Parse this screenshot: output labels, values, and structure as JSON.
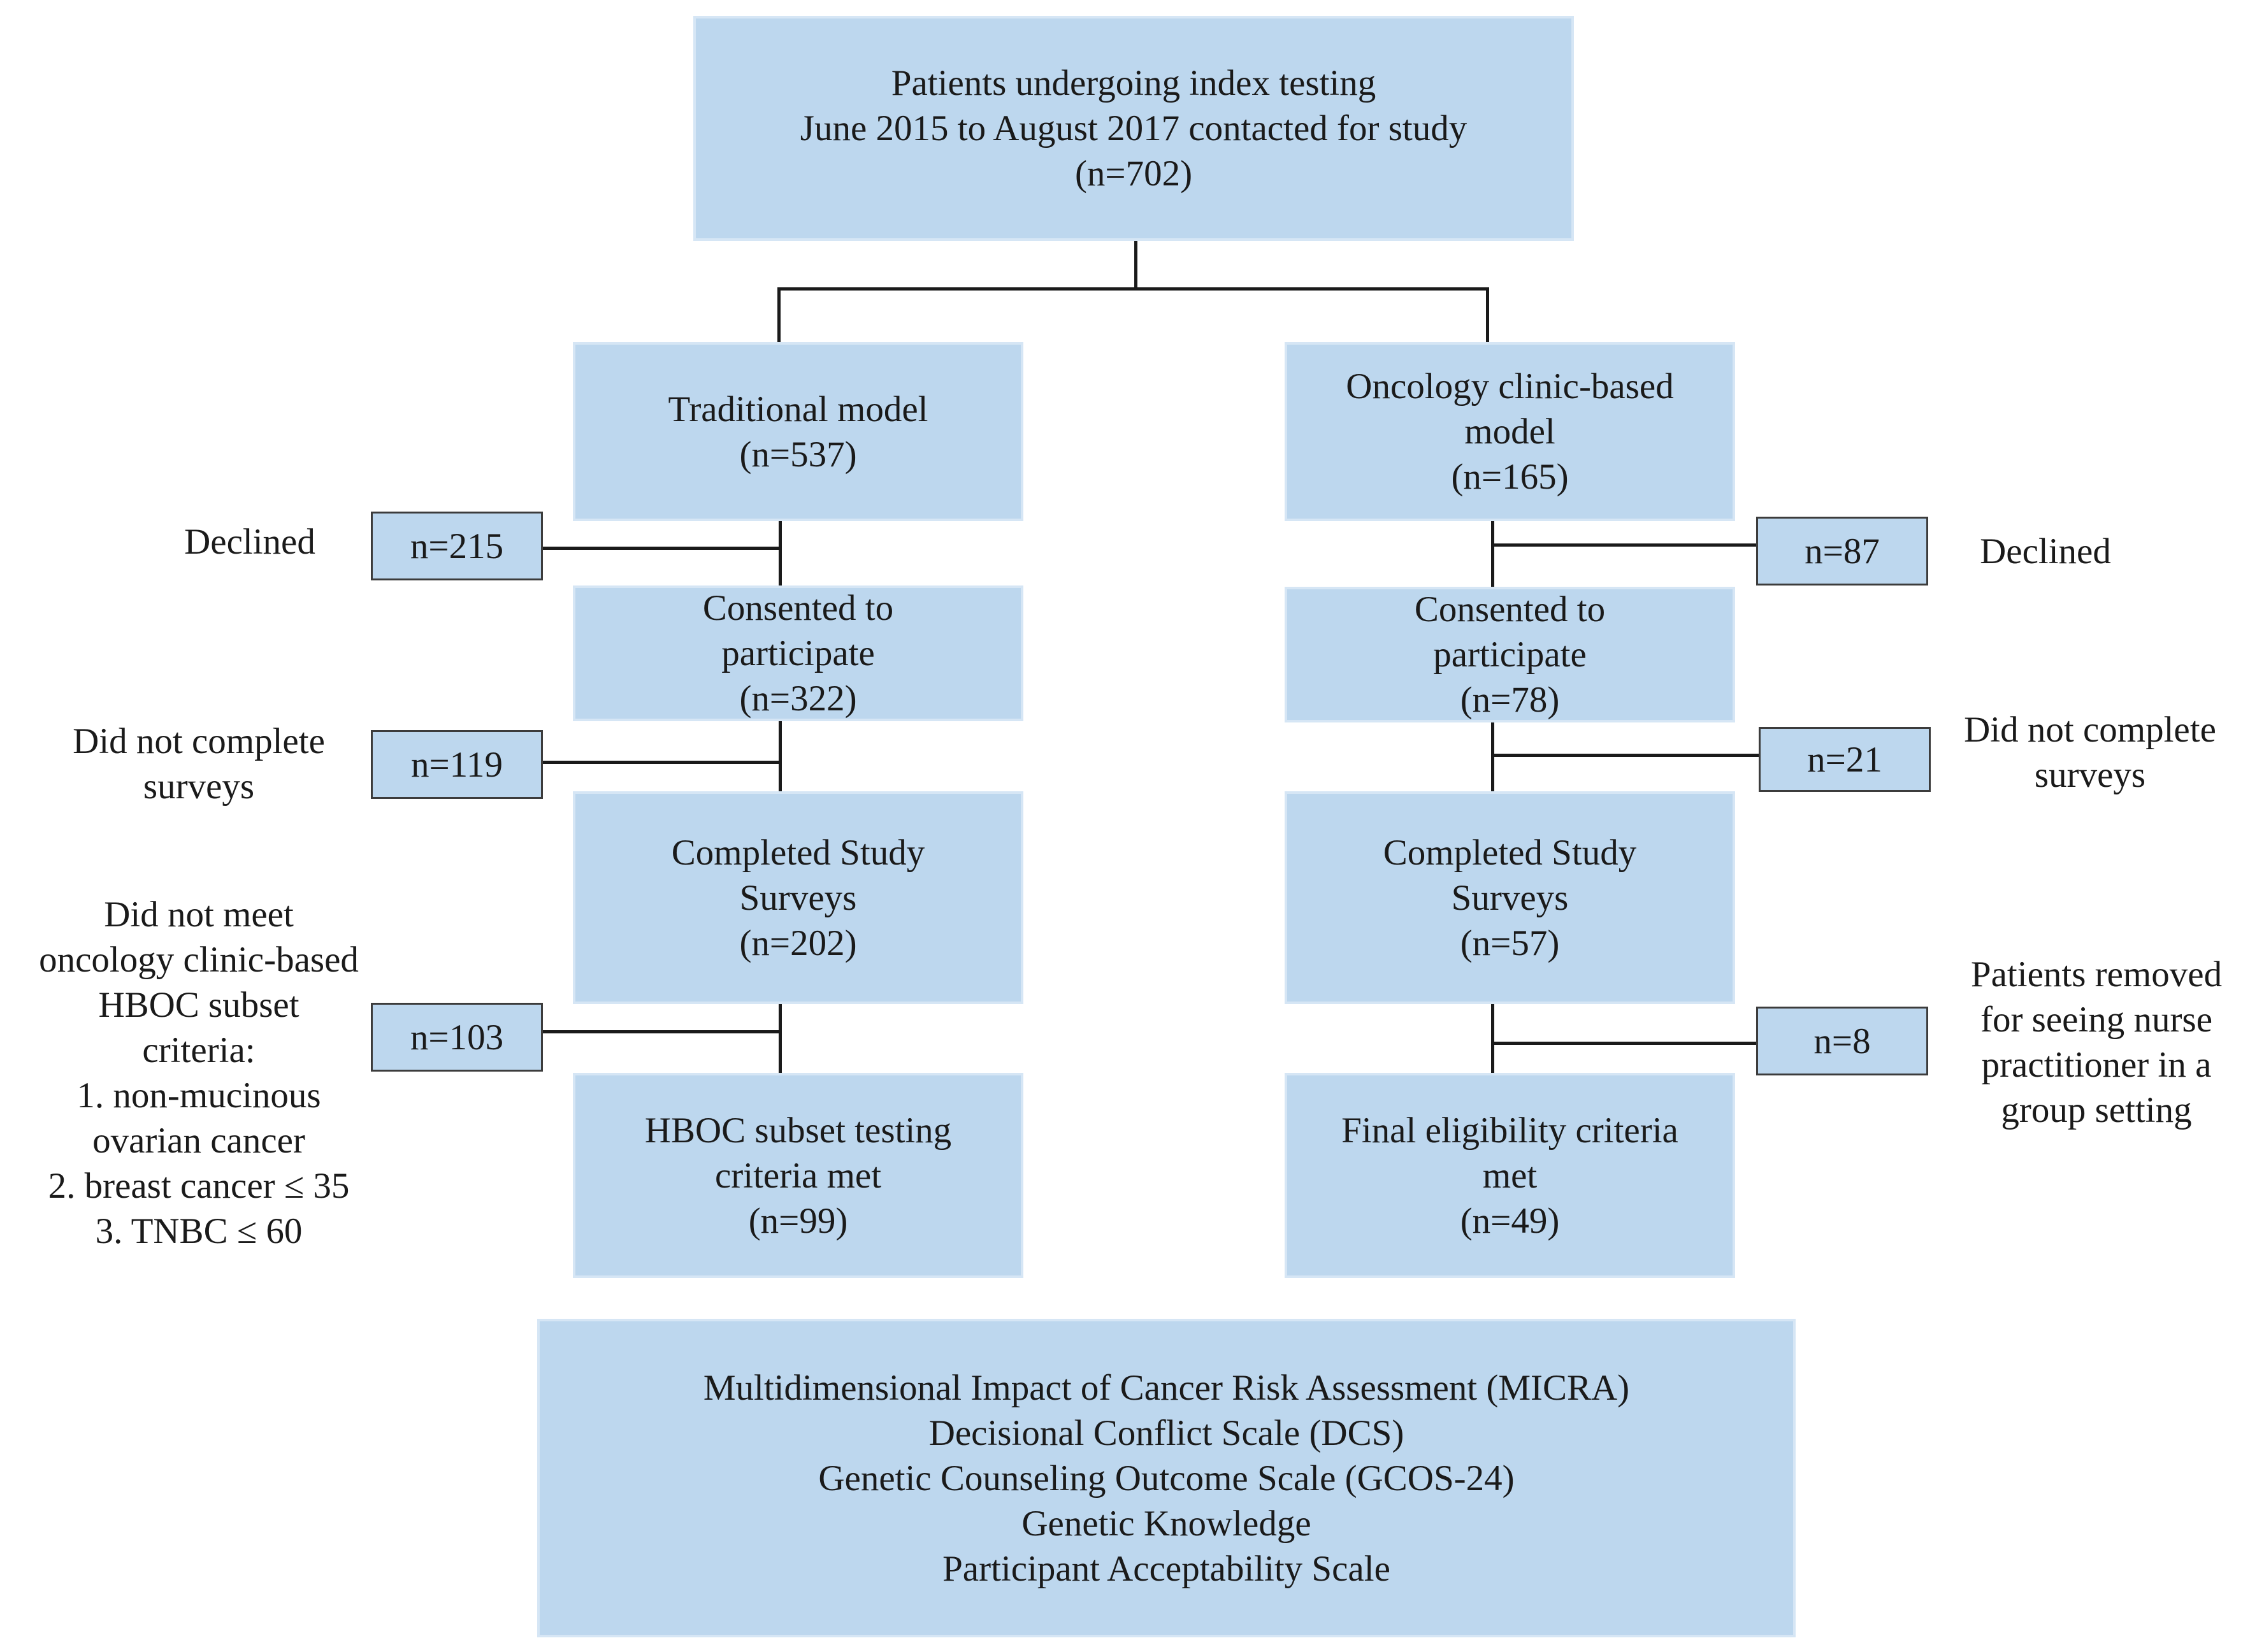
{
  "top": {
    "lines": [
      "Patients undergoing index testing",
      "June 2015 to August 2017 contacted for study",
      "(n=702)"
    ]
  },
  "left": {
    "arm": [
      "Traditional model",
      "(n=537)"
    ],
    "consented": [
      "Consented to",
      "participate",
      "(n=322)"
    ],
    "completed": [
      "Completed Study",
      "Surveys",
      "(n=202)"
    ],
    "final": [
      "HBOC subset testing",
      "criteria met",
      "(n=99)"
    ],
    "declined_label": "Declined",
    "declined_n": "n=215",
    "incomplete_label": [
      "Did not complete",
      "surveys"
    ],
    "incomplete_n": "n=119",
    "excluded_label": [
      "Did not meet",
      "oncology clinic-based",
      "HBOC subset",
      "criteria:",
      "1. non-mucinous",
      "ovarian cancer",
      "2. breast cancer ≤ 35",
      "3. TNBC ≤ 60"
    ],
    "excluded_n": "n=103"
  },
  "right": {
    "arm": [
      "Oncology clinic-based",
      "model",
      "(n=165)"
    ],
    "consented": [
      "Consented to",
      "participate",
      "(n=78)"
    ],
    "completed": [
      "Completed Study",
      "Surveys",
      "(n=57)"
    ],
    "final": [
      "Final eligibility criteria",
      "met",
      "(n=49)"
    ],
    "declined_label": "Declined",
    "declined_n": "n=87",
    "incomplete_label": [
      "Did not complete",
      "surveys"
    ],
    "incomplete_n": "n=21",
    "excluded_label": [
      "Patients removed",
      "for seeing nurse",
      "practitioner in a",
      "group setting"
    ],
    "excluded_n": "n=8"
  },
  "bottom": {
    "lines": [
      "Multidimensional Impact of Cancer Risk Assessment (MICRA)",
      "Decisional Conflict Scale (DCS)",
      "Genetic Counseling Outcome Scale (GCOS-24)",
      "Genetic Knowledge",
      "Participant Acceptability Scale"
    ]
  }
}
